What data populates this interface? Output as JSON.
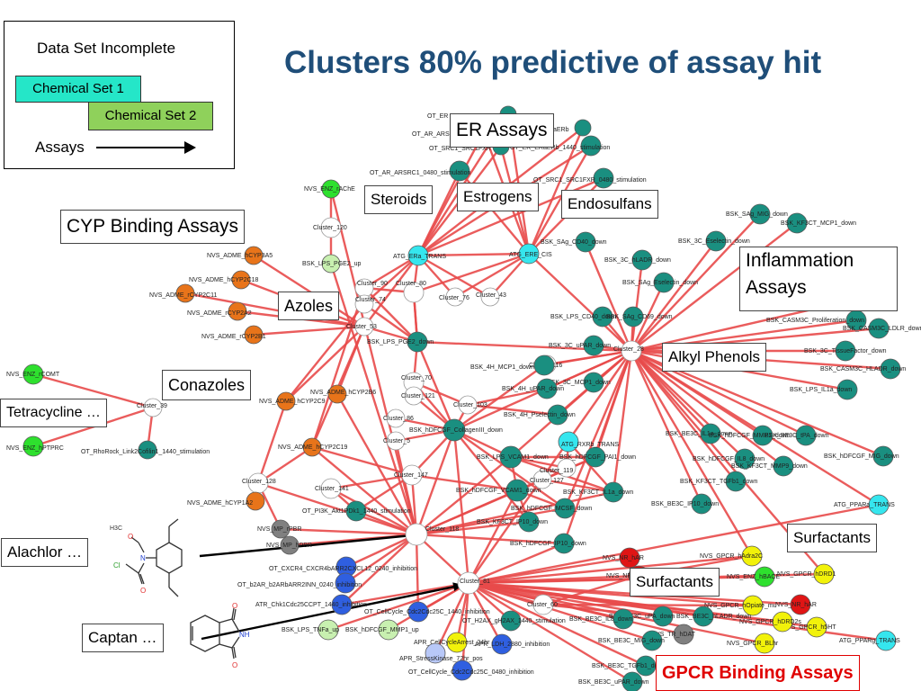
{
  "title": "Clusters 80% predictive of assay hit",
  "legend": {
    "title": "Data Set Incomplete",
    "set1": "Chemical Set 1",
    "set2": "Chemical Set 2",
    "assays": "Assays"
  },
  "callouts": {
    "er_assays": "ER Assays",
    "steroids": "Steroids",
    "estrogens": "Estrogens",
    "endosulfans": "Endosulfans",
    "cyp_binding": "CYP Binding Assays",
    "inflammation": "Inflammation Assays",
    "azoles": "Azoles",
    "alkyl_phenols": "Alkyl Phenols",
    "conazoles": "Conazoles",
    "tetracycline": "Tetracycline …",
    "surfactants_1": "Surfactants",
    "surfactants_2": "Surfactants",
    "alachlor": "Alachlor …",
    "captan": "Captan …",
    "gpcr": "GPCR Binding Assays"
  },
  "colors": {
    "teal": "#1a8f80",
    "orange": "#e8741a",
    "green": "#2ee02e",
    "yellow": "#f2f20a",
    "red": "#e01515",
    "blue": "#2f5fe0",
    "cyan": "#35e6ee",
    "gray": "#808080",
    "white": "#ffffff",
    "edge": "#e84a4a"
  },
  "nodes": [
    {
      "id": "c118",
      "label": "Cluster_118",
      "type": "white"
    },
    {
      "id": "c81",
      "label": "Cluster_81",
      "type": "white"
    },
    {
      "id": "c28",
      "label": "Cluster_28",
      "type": "white"
    },
    {
      "id": "c120",
      "label": "Cluster_120",
      "type": "white"
    },
    {
      "id": "c90",
      "label": "Cluster_90",
      "type": "white"
    },
    {
      "id": "c80",
      "label": "Cluster_80",
      "type": "white"
    },
    {
      "id": "c74",
      "label": "Cluster_74",
      "type": "white"
    },
    {
      "id": "c76",
      "label": "Cluster_76",
      "type": "white"
    },
    {
      "id": "c43",
      "label": "Cluster_43",
      "type": "white"
    },
    {
      "id": "c53",
      "label": "Cluster_53",
      "type": "white"
    },
    {
      "id": "c116",
      "label": "Cluster_116",
      "type": "white"
    },
    {
      "id": "c70",
      "label": "Cluster_70",
      "type": "white"
    },
    {
      "id": "c121",
      "label": "Cluster_121",
      "type": "white"
    },
    {
      "id": "c103",
      "label": "Cluster_103",
      "type": "white"
    },
    {
      "id": "c86",
      "label": "Cluster_86",
      "type": "white"
    },
    {
      "id": "c5",
      "label": "Cluster_5",
      "type": "white"
    },
    {
      "id": "c147",
      "label": "Cluster_147",
      "type": "white"
    },
    {
      "id": "c128",
      "label": "Cluster_128",
      "type": "white"
    },
    {
      "id": "c141",
      "label": "Cluster_141",
      "type": "white"
    },
    {
      "id": "c39",
      "label": "Cluster_39",
      "type": "white"
    },
    {
      "id": "c127",
      "label": "Cluster_127",
      "type": "white"
    },
    {
      "id": "c119",
      "label": "Cluster_119",
      "type": "white"
    },
    {
      "id": "c60",
      "label": "Cluster_60",
      "type": "white"
    },
    {
      "id": "achE",
      "label": "NVS_ENZ_rAChE",
      "type": "green"
    },
    {
      "id": "pge2",
      "label": "BSK_LPS_PGE2_up",
      "type": "lightgreen"
    },
    {
      "id": "cyp3a5",
      "label": "NVS_ADME_hCYP3A5",
      "type": "orange"
    },
    {
      "id": "cyp2c18",
      "label": "NVS_ADME_hCYP2C18",
      "type": "orange"
    },
    {
      "id": "rcyp2c11",
      "label": "NVS_ADME_rCYP2C11",
      "type": "orange"
    },
    {
      "id": "rcyp2a2",
      "label": "NVS_ADME_rCYP2A2",
      "type": "orange"
    },
    {
      "id": "rcyp2b1",
      "label": "NVS_ADME_rCYP2B1",
      "type": "orange"
    },
    {
      "id": "cyp2b6",
      "label": "NVS_ADME_hCYP2B6",
      "type": "orange"
    },
    {
      "id": "cyp2c9",
      "label": "NVS_ADME_hCYP2C9",
      "type": "orange"
    },
    {
      "id": "cyp2c19",
      "label": "NVS_ADME_hCYP2C19",
      "type": "orange"
    },
    {
      "id": "cyp1a2",
      "label": "NVS_ADME_hCYP1A2",
      "type": "orange"
    },
    {
      "id": "comt",
      "label": "NVS_ENZ_rCOMT",
      "type": "green"
    },
    {
      "id": "ptprc",
      "label": "NVS_ENZ_hPTPRC",
      "type": "green"
    },
    {
      "id": "rhorock",
      "label": "OT_RhoRock_Link2Cofilin1_1440_stimulation",
      "type": "teal"
    },
    {
      "id": "erats",
      "label": "ATG_ERa_TRANS",
      "type": "cyan"
    },
    {
      "id": "erecis",
      "label": "ATG_ERE_CIS",
      "type": "cyan"
    },
    {
      "id": "arsrc1",
      "label": "OT_AR_ARSRC1_0480_stimulation",
      "type": "teal"
    },
    {
      "id": "src1",
      "label": "OT_SRC1_SRC1FXR_0480_stimulation",
      "type": "teal"
    },
    {
      "id": "era1440",
      "label": "OT_ER_ERaERb_1440_stimulation",
      "type": "teal"
    },
    {
      "id": "er_top1",
      "label": "OT_ER",
      "type": "teal"
    },
    {
      "id": "er_top2",
      "label": "OT_AR_ARSRC1",
      "type": "teal"
    },
    {
      "id": "er_top3",
      "label": "OT_SRC1_SRC1FXR",
      "type": "teal"
    },
    {
      "id": "er_top4",
      "label": "OT_ER_ERaERb",
      "type": "teal"
    },
    {
      "id": "sag_cd40",
      "label": "BSK_SAg_CD40_down",
      "type": "teal"
    },
    {
      "id": "3c_hladr",
      "label": "BSK_3C_hLADR_down",
      "type": "teal"
    },
    {
      "id": "sag_esel",
      "label": "BSK_SAg_Eselectin_down",
      "type": "teal"
    },
    {
      "id": "sag_mig",
      "label": "BSK_SAg_MIG_down",
      "type": "teal"
    },
    {
      "id": "kf3ct_mcp1",
      "label": "BSK_KF3CT_MCP1_down",
      "type": "teal"
    },
    {
      "id": "3c_esel",
      "label": "BSK_3C_Eselectin_down",
      "type": "teal"
    },
    {
      "id": "lps_cd40",
      "label": "BSK_LPS_CD40_down",
      "type": "teal"
    },
    {
      "id": "sag_cd69",
      "label": "BSK_SAg_CD69_down",
      "type": "teal"
    },
    {
      "id": "3c_upar",
      "label": "BSK_3C_uPAR_down",
      "type": "teal"
    },
    {
      "id": "4h_mcp1",
      "label": "BSK_4H_MCP1_down",
      "type": "teal"
    },
    {
      "id": "3c_mcp1",
      "label": "BSK_3C_MCP1_down",
      "type": "teal"
    },
    {
      "id": "4h_upar",
      "label": "BSK_4H_uPAR_down",
      "type": "teal"
    },
    {
      "id": "4h_psel",
      "label": "BSK_4H_Pselectin_down",
      "type": "teal"
    },
    {
      "id": "lps_pge2d",
      "label": "BSK_LPS_PGE2_down",
      "type": "teal"
    },
    {
      "id": "casm_prolif",
      "label": "BSK_CASM3C_Proliferation_down",
      "type": "teal"
    },
    {
      "id": "casm_ldlr",
      "label": "BSK_CASM3C_LDLR_down",
      "type": "teal"
    },
    {
      "id": "casm_hladr",
      "label": "BSK_CASM3C_HLADR_down",
      "type": "teal"
    },
    {
      "id": "tissue",
      "label": "BSK_3C_TissueFactor_down",
      "type": "teal"
    },
    {
      "id": "lps_il1a",
      "label": "BSK_LPS_IL1a_down",
      "type": "teal"
    },
    {
      "id": "3c_icam",
      "label": "BSK_3C_ICAM1_down",
      "type": "teal"
    },
    {
      "id": "coll3",
      "label": "BSK_hDFCGF_CollagenIII_down",
      "type": "teal"
    },
    {
      "id": "vcam1a",
      "label": "BSK_LPS_VCAM1_down",
      "type": "teal"
    },
    {
      "id": "vcam1b",
      "label": "BSK_hDFCGF_VCAM1_down",
      "type": "teal"
    },
    {
      "id": "pai1",
      "label": "BSK_hDFCGF_PAI1_down",
      "type": "teal"
    },
    {
      "id": "mcsf",
      "label": "BSK_hDFCGF_MCSF_down",
      "type": "teal"
    },
    {
      "id": "ip10a",
      "label": "BSK_KF3CT_IP10_down",
      "type": "teal"
    },
    {
      "id": "ip10b",
      "label": "BSK_hDFCGF_IP10_down",
      "type": "teal"
    },
    {
      "id": "il1a",
      "label": "BSK_KF3CT_IL1a_down",
      "type": "teal"
    },
    {
      "id": "be3c_il1a",
      "label": "BSK_BE3C_IL1a_down",
      "type": "teal"
    },
    {
      "id": "mmp1",
      "label": "BSK_hDFCGF_MMP1_down",
      "type": "teal"
    },
    {
      "id": "tfa",
      "label": "BSK_BE3C_tPA_down",
      "type": "teal"
    },
    {
      "id": "mig",
      "label": "BSK_hDFCGF_MIG_down",
      "type": "teal"
    },
    {
      "id": "il8",
      "label": "BSK_hDFCGF_IL8_down",
      "type": "teal"
    },
    {
      "id": "mmp9",
      "label": "BSK_KF3CT_MMP9_down",
      "type": "teal"
    },
    {
      "id": "tgfb1",
      "label": "BSK_KF3CT_TGFb1_down",
      "type": "teal"
    },
    {
      "id": "be3c_ip10",
      "label": "BSK_BE3C_IP10_down",
      "type": "teal"
    },
    {
      "id": "rxrb",
      "label": "ATG_RXRb_TRANS",
      "type": "cyan"
    },
    {
      "id": "pparg",
      "label": "ATG_PPARg_TRANS",
      "type": "cyan"
    },
    {
      "id": "ppara",
      "label": "ATG_PPARa_TRANS",
      "type": "cyan"
    },
    {
      "id": "adra2c",
      "label": "NVS_GPCR_hAdra2C",
      "type": "yellow"
    },
    {
      "id": "hdrd1",
      "label": "NVS_GPCR_hDRD1",
      "type": "yellow"
    },
    {
      "id": "bace",
      "label": "NVS_ENZ_hBACE",
      "type": "green"
    },
    {
      "id": "h1",
      "label": "NVS_GPCR_h5HT",
      "type": "yellow"
    },
    {
      "id": "hdrd2",
      "label": "NVS_GPCR_hDRD2s",
      "type": "yellow"
    },
    {
      "id": "hopiate",
      "label": "NVS_GPCR_hOpiate_mu",
      "type": "yellow"
    },
    {
      "id": "nvs_hr",
      "label": "NVS_NR_hAR",
      "type": "red"
    },
    {
      "id": "nvs_tr",
      "label": "NVS_TR_hDAT",
      "type": "gray"
    },
    {
      "id": "gpcr_bl",
      "label": "NVS_GPCR_BLhr",
      "type": "yellow"
    },
    {
      "id": "hsr",
      "label": "NVS_NR_hAR",
      "type": "red"
    },
    {
      "id": "mp_ppbr",
      "label": "NVS_MP_rPBR",
      "type": "gray"
    },
    {
      "id": "mp_br",
      "label": "NVS_MP_hPBR",
      "type": "gray"
    },
    {
      "id": "cxcr4",
      "label": "OT_CXCR4_CXCR4bARR2CXCL12_0240_inhibition",
      "type": "blue"
    },
    {
      "id": "b2ar",
      "label": "OT_b2AR_b2ARbARR2INN_0240_inhibition",
      "type": "blue"
    },
    {
      "id": "chk1",
      "label": "ATR_Chk1Cdc25CCPT_1440_inhibition",
      "type": "blue"
    },
    {
      "id": "cdc1440",
      "label": "OT_CellCycle_Cdc2Cdc25C_1440_inhibition",
      "type": "blue"
    },
    {
      "id": "tnfa",
      "label": "BSK_LPS_TNFa_up",
      "type": "lightgreen"
    },
    {
      "id": "mmp1up",
      "label": "BSK_hDFCGF_MMP1_up",
      "type": "lightgreen"
    },
    {
      "id": "h2ax",
      "label": "OT_H2AX_gH2AX_1440_stimulation",
      "type": "teal"
    },
    {
      "id": "apr_cell",
      "label": "APR_CellCycleArrest_24hr",
      "type": "yellow"
    },
    {
      "id": "apr_ldh",
      "label": "APR_LDH_2880_inhibition",
      "type": "blue"
    },
    {
      "id": "apr_stress",
      "label": "APR_StressKinase_72hr_pos",
      "type": "lightblue"
    },
    {
      "id": "cdc0480",
      "label": "OT_CellCycle_Cdc2Cdc25C_0480_inhibition",
      "type": "blue"
    },
    {
      "id": "pi3k",
      "label": "OT_PI3K_Akt1PDk1_1440_stimulation",
      "type": "teal"
    },
    {
      "id": "be3c_mig",
      "label": "BSK_BE3C_MIG_down",
      "type": "teal"
    },
    {
      "id": "be3c_tgfb",
      "label": "BSK_BE3C_TGFb1_down",
      "type": "teal"
    },
    {
      "id": "be3c_upar",
      "label": "BSK_BE3C_uPAR_down",
      "type": "teal"
    },
    {
      "id": "be3c_upa",
      "label": "BSK_BE3C_uPA_down",
      "type": "teal"
    },
    {
      "id": "be3c_il8",
      "label": "BSK_BE3C_IL8_down",
      "type": "teal"
    },
    {
      "id": "be3c_hladr",
      "label": "BSK_BE3C_hLADR_down",
      "type": "teal"
    },
    {
      "id": "ar",
      "label": "NVS_NR_hAR",
      "type": "red"
    }
  ],
  "molecules": {
    "alachlor": {
      "atoms": [
        "H3C",
        "O",
        "N",
        "Cl",
        "O"
      ]
    },
    "captan": {
      "atoms": [
        "O",
        "NH",
        "O"
      ]
    }
  }
}
